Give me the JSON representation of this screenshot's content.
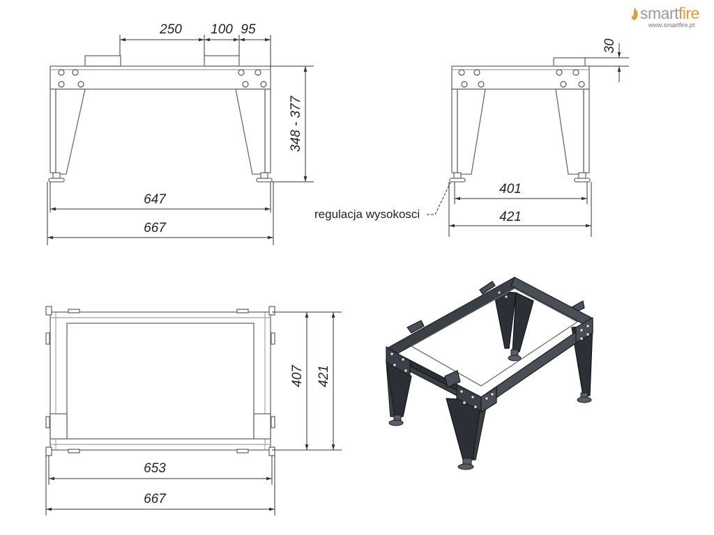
{
  "brand": {
    "name_part1": "smart",
    "name_part2": "fire",
    "url": "www.smartfire.pt",
    "accent_color": "#e09a3a",
    "text_color": "#9a9a9a"
  },
  "front_view": {
    "dim_250": "250",
    "dim_100": "100",
    "dim_95": "95",
    "dim_height": "348 - 377",
    "dim_647": "647",
    "dim_667": "667"
  },
  "side_view": {
    "dim_30": "30",
    "dim_401": "401",
    "dim_421": "421",
    "label_height_adjust": "regulacja wysokosci"
  },
  "top_view": {
    "dim_407": "407",
    "dim_421": "421",
    "dim_653": "653",
    "dim_667": "667"
  },
  "iso_view": {
    "frame_color": "#3b3f46"
  }
}
